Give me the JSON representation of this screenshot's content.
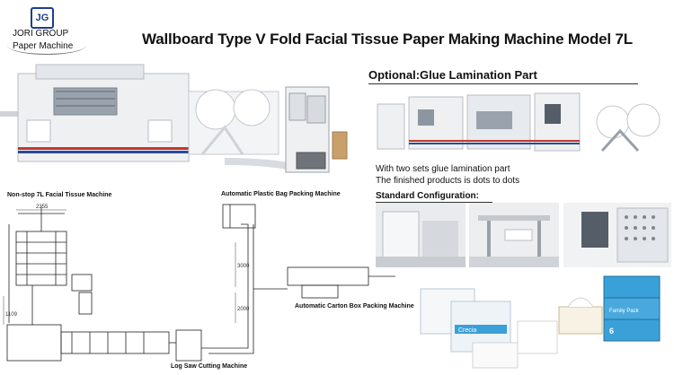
{
  "logo": {
    "mark": "JG",
    "line1": "JORI GROUP",
    "line2": "Paper Machine"
  },
  "title": "Wallboard Type V Fold Facial  Tissue Paper Making Machine Model   7L",
  "optional": {
    "heading": "Optional:Glue Lamination Part",
    "line1": "With two sets glue lamination part",
    "line2": "The finished products is dots to dots"
  },
  "standard": {
    "heading": "Standard Configuration:"
  },
  "drawing": {
    "labels": {
      "nonstop": "Non-stop 7L Facial Tissue Machine",
      "plastic": "Automatic Plastic Bag Packing Machine",
      "carton": "Automatic Carton Box Packing Machine",
      "logsaw": "Log Saw Cutting Machine"
    },
    "dims": {
      "d1": "2355",
      "d2": "3000",
      "d3": "2000",
      "d4": "1109"
    }
  },
  "products": {
    "box1": "Crecia",
    "box2": "Family Pack",
    "box3": "6"
  },
  "colors": {
    "brand": "#1f3d8c",
    "machine": "#eef0f2",
    "stripe_red": "#c0392b",
    "stripe_blue": "#2c4a9a",
    "product_blue": "#3aa0d8"
  }
}
